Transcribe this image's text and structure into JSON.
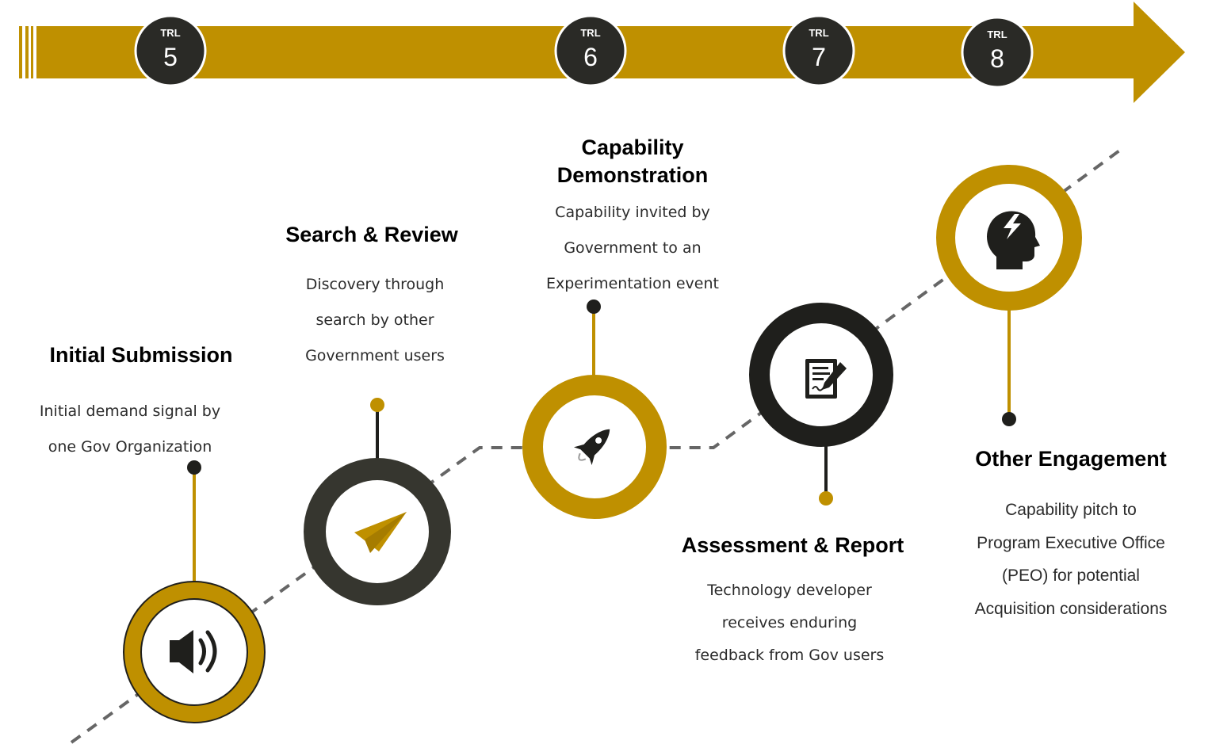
{
  "colors": {
    "gold": "#BF9000",
    "dark": "#2A2A26",
    "dark_ring": "#36362F",
    "ring_black": "#1F1F1C",
    "dash": "#666666"
  },
  "trl_markers": [
    {
      "label": "TRL",
      "number": "5"
    },
    {
      "label": "TRL",
      "number": "6"
    },
    {
      "label": "TRL",
      "number": "7"
    },
    {
      "label": "TRL",
      "number": "8"
    }
  ],
  "steps": [
    {
      "title": "Initial Submission",
      "lines": [
        "Initial demand signal by",
        "one Gov Organization"
      ],
      "icon": "speaker-icon"
    },
    {
      "title": "Search & Review",
      "lines": [
        "Discovery through",
        "search by other",
        "Government users"
      ],
      "icon": "paper-plane-icon"
    },
    {
      "title_lines": [
        "Capability",
        "Demonstration"
      ],
      "lines": [
        "Capability invited by",
        "Government to an",
        "Experimentation event"
      ],
      "icon": "rocket-icon"
    },
    {
      "title": "Assessment & Report",
      "lines": [
        "Technology developer",
        "receives enduring",
        "feedback from Gov users"
      ],
      "icon": "document-pen-icon"
    },
    {
      "title": "Other Engagement",
      "lines": [
        "Capability pitch to",
        "Program Executive Office",
        "(PEO) for potential",
        "Acquisition considerations"
      ],
      "icon": "head-lightning-icon"
    }
  ]
}
